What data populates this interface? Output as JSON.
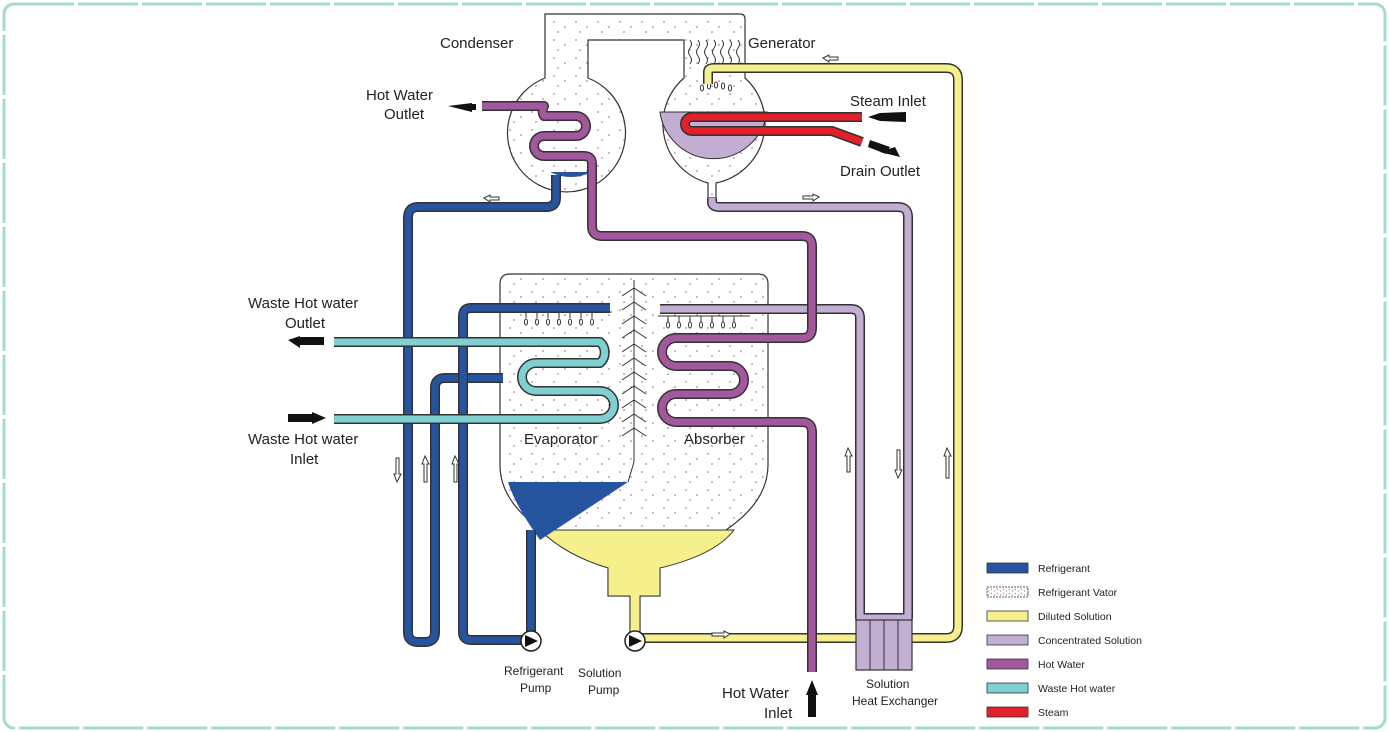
{
  "labels": {
    "condenser": "Condenser",
    "generator": "Generator",
    "hot_water_outlet": [
      "Hot Water",
      "Outlet"
    ],
    "steam_inlet": "Steam Inlet",
    "drain_outlet": "Drain Outlet",
    "waste_hot_water_outlet": [
      "Waste Hot water",
      "Outlet"
    ],
    "waste_hot_water_inlet": [
      "Waste Hot water",
      "Inlet"
    ],
    "evaporator": "Evaporator",
    "absorber": "Absorber",
    "refrigerant_pump": [
      "Refrigerant",
      "Pump"
    ],
    "solution_pump": [
      "Solution",
      "Pump"
    ],
    "hot_water_inlet": [
      "Hot Water",
      "Inlet"
    ],
    "solution_heat_exchanger": [
      "Solution",
      "Heat Exchanger"
    ]
  },
  "legend": [
    {
      "label": "Refrigerant",
      "color": "#27549f",
      "pattern": "solid"
    },
    {
      "label": "Refrigerant Vator",
      "color": "#d9a0c8",
      "pattern": "dots"
    },
    {
      "label": "Diluted Solution",
      "color": "#f5ef8c",
      "pattern": "solid"
    },
    {
      "label": "Concentrated Solution",
      "color": "#c2aed3",
      "pattern": "solid"
    },
    {
      "label": "Hot Water",
      "color": "#a3579c",
      "pattern": "solid"
    },
    {
      "label": "Waste Hot water",
      "color": "#7ed0d2",
      "pattern": "solid"
    },
    {
      "label": "Steam",
      "color": "#e2202a",
      "pattern": "solid"
    }
  ],
  "colors": {
    "refrigerant": "#27549f",
    "diluted": "#f5ef8c",
    "concentrated": "#c2aed3",
    "hot_water": "#a3579c",
    "waste_hot_water": "#7ed0d2",
    "steam": "#e2202a",
    "frame": "#a6d9cf",
    "outline": "#333333"
  }
}
